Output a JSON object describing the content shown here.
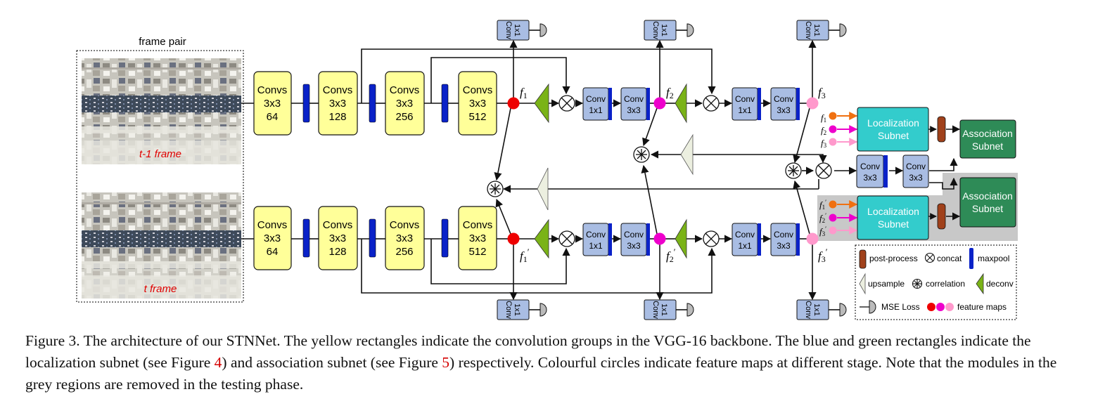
{
  "frame_pair_label": "frame pair",
  "prev_frame_label": "t-1 frame",
  "curr_frame_label": "t frame",
  "vgg_groups": [
    {
      "line1": "Convs",
      "line2": "3x3",
      "line3": "64"
    },
    {
      "line1": "Convs",
      "line2": "3x3",
      "line3": "128"
    },
    {
      "line1": "Convs",
      "line2": "3x3",
      "line3": "256"
    },
    {
      "line1": "Convs",
      "line2": "3x3",
      "line3": "512"
    }
  ],
  "conv_side_label": "Conv",
  "conv_side_kernel": "1x1",
  "conv1x1_top": "Conv",
  "conv1x1_bottom": "1x1",
  "conv3x3_top": "Conv",
  "conv3x3_bottom": "3x3",
  "feature_labels": {
    "f1": "f",
    "f1_sub": "1",
    "f2": "f",
    "f2_sub": "2",
    "f3": "f",
    "f3_sub": "3",
    "prime": "′"
  },
  "localization_label_1": "Localization",
  "localization_label_2": "Subnet",
  "association_label_1": "Association",
  "association_label_2": "Subnet",
  "legend": {
    "post_process": "post-process",
    "concat": "concat",
    "maxpool": "maxpool",
    "upsample": "upsample",
    "correlation": "correlation",
    "deconv": "deconv",
    "mse_loss": "MSE Loss",
    "feature_maps": "feature maps"
  },
  "caption": {
    "part1": "Figure 3. The architecture of our STNNet. The yellow rectangles indicate the convolution groups in the VGG-16 backbone. The blue and green rectangles indicate the localization subnet (see Figure ",
    "ref1": "4",
    "part2": ") and association subnet (see Figure ",
    "ref2": "5",
    "part3": ") respectively. Colourful circles indicate feature maps at different stage. Note that the modules in the grey regions are removed in the testing phase."
  },
  "colors": {
    "vgg_fill": "#ffff99",
    "conv_fill": "#a9bde3",
    "maxpool": "#0a22c8",
    "localization": "#33cccc",
    "association": "#2e8b57",
    "post_process": "#a0411b",
    "deconv": "#7ab317",
    "upsample": "#ecefe0",
    "f1": "#ee0000",
    "f2": "#ee00cc",
    "f3": "#ff99cc",
    "orange_arrow": "#f07010",
    "grey_region": "#c8c8c8",
    "frame_label": "#e00000"
  }
}
